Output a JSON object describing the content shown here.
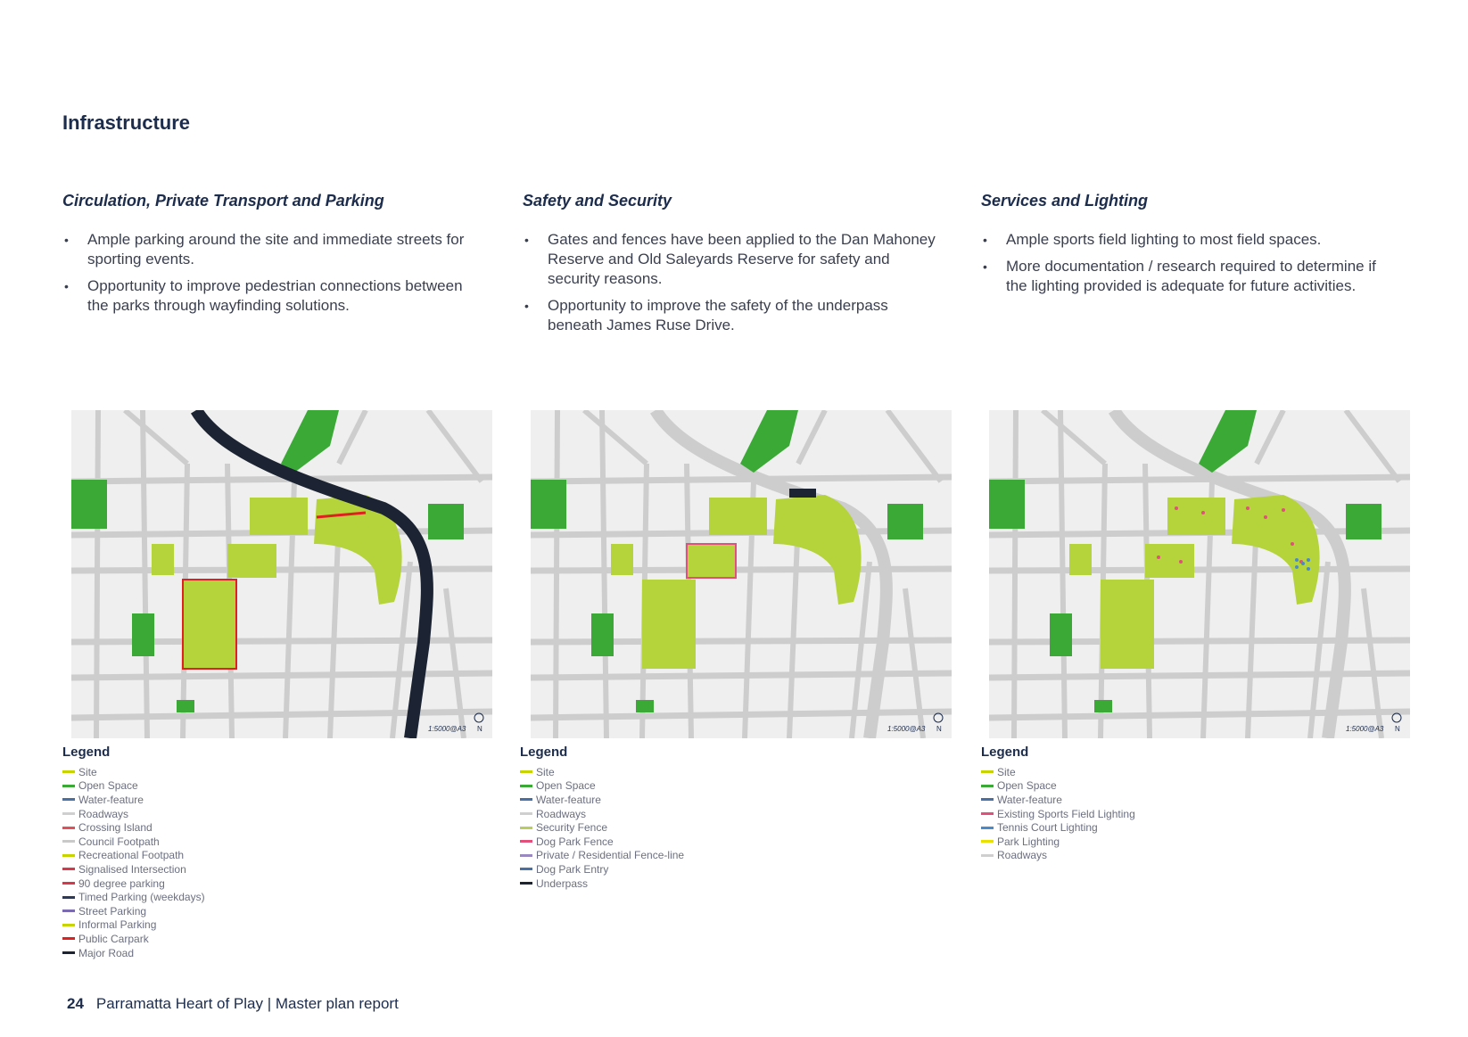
{
  "title": "Infrastructure",
  "columns": [
    {
      "heading": "Circulation, Private Transport and Parking",
      "bullets": [
        "Ample parking around the site and immediate streets for sporting events.",
        "Opportunity to improve pedestrian connections between the parks through wayfinding solutions."
      ]
    },
    {
      "heading": "Safety and Security",
      "bullets": [
        "Gates and fences have been applied to the Dan Mahoney Reserve and Old Saleyards Reserve for safety and security reasons.",
        "Opportunity to improve the safety of the underpass beneath James Ruse Drive."
      ]
    },
    {
      "heading": "Services and Lighting",
      "bullets": [
        "Ample sports field lighting to most field spaces.",
        "More documentation / research required to determine if the lighting provided is adequate for future activities."
      ]
    }
  ],
  "maps": [
    {
      "scale": "1:5000@A3",
      "north": "N",
      "variant": "circulation"
    },
    {
      "scale": "1:5000@A3",
      "north": "N",
      "variant": "security"
    },
    {
      "scale": "1:5000@A3",
      "north": "N",
      "variant": "lighting"
    }
  ],
  "legends": [
    {
      "title": "Legend",
      "items": [
        {
          "label": "Site",
          "color": "#c8d400"
        },
        {
          "label": "Open Space",
          "color": "#3aa935"
        },
        {
          "label": "Water-feature",
          "color": "#4a6fa5"
        },
        {
          "label": "Roadways",
          "color": "#cfcfcf"
        },
        {
          "label": "Crossing Island",
          "color": "#e0505a"
        },
        {
          "label": "Council Footpath",
          "color": "#c9c9c9"
        },
        {
          "label": "Recreational Footpath",
          "color": "#c8d400"
        },
        {
          "label": "Signalised Intersection",
          "color": "#d63a4a"
        },
        {
          "label": "90 degree parking",
          "color": "#d63a4a"
        },
        {
          "label": "Timed Parking (weekdays)",
          "color": "#2c3a5a"
        },
        {
          "label": "Street Parking",
          "color": "#7a6ab0"
        },
        {
          "label": "Informal Parking",
          "color": "#c8d400"
        },
        {
          "label": "Public Carpark",
          "color": "#e02020"
        },
        {
          "label": "Major Road",
          "color": "#1c2433"
        }
      ]
    },
    {
      "title": "Legend",
      "items": [
        {
          "label": "Site",
          "color": "#c8d400"
        },
        {
          "label": "Open Space",
          "color": "#3aa935"
        },
        {
          "label": "Water-feature",
          "color": "#4a6fa5"
        },
        {
          "label": "Roadways",
          "color": "#cfcfcf"
        },
        {
          "label": "Security Fence",
          "color": "#b8cc60"
        },
        {
          "label": "Dog Park Fence",
          "color": "#e0507a"
        },
        {
          "label": "Private / Residential Fence-line",
          "color": "#9a88c0"
        },
        {
          "label": "Dog Park Entry",
          "color": "#4a6fa5"
        },
        {
          "label": "Underpass",
          "color": "#1c2433"
        }
      ]
    },
    {
      "title": "Legend",
      "items": [
        {
          "label": "Site",
          "color": "#c8d400"
        },
        {
          "label": "Open Space",
          "color": "#3aa935"
        },
        {
          "label": "Water-feature",
          "color": "#4a6fa5"
        },
        {
          "label": "Existing Sports Field Lighting",
          "color": "#e0507a"
        },
        {
          "label": "Tennis Court Lighting",
          "color": "#4a8ac8"
        },
        {
          "label": "Park Lighting",
          "color": "#e8e000"
        },
        {
          "label": "Roadways",
          "color": "#cfcfcf"
        }
      ]
    }
  ],
  "footer": {
    "page_number": "24",
    "text": "Parramatta Heart of Play | Master plan report"
  }
}
